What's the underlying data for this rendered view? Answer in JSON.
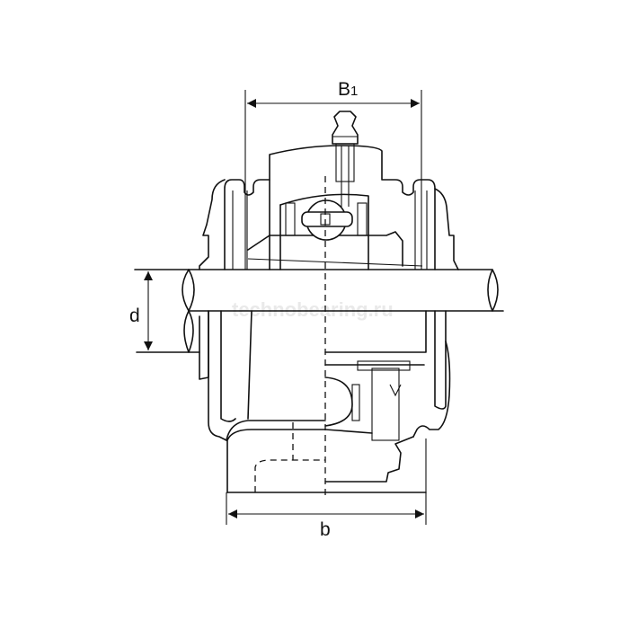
{
  "drawing": {
    "labels": {
      "width_top": "B",
      "width_top_sub": "1",
      "shaft_diameter": "d",
      "width_base": "b"
    },
    "watermark": "technobearing.ru"
  }
}
